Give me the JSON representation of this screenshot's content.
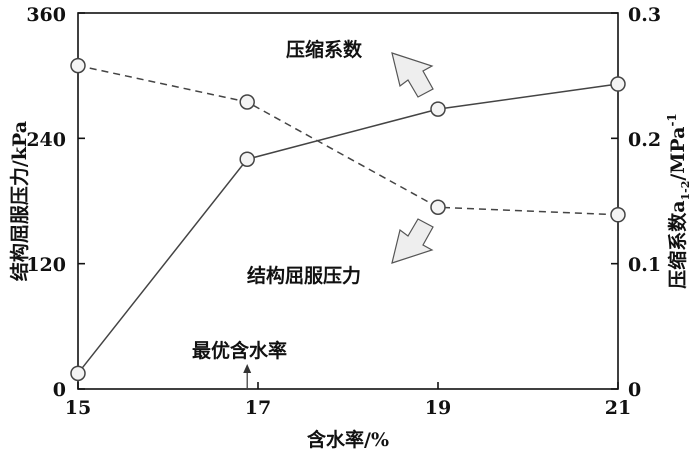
{
  "chart_data": {
    "type": "line",
    "x": [
      15,
      17,
      19,
      21
    ],
    "x_ticks": [
      "15",
      "17",
      "19",
      "21"
    ],
    "xlabel": "含水率/%",
    "xlim": [
      15,
      21
    ],
    "y_left": {
      "label": "结构屈服压力/kPa",
      "ticks": [
        "0",
        "120",
        "240",
        "360"
      ],
      "lim": [
        0,
        360
      ]
    },
    "y_right": {
      "label_main": "压缩系数a",
      "label_sub": "1-2",
      "label_unit": "/MPa",
      "label_sup": "-1",
      "ticks": [
        "0",
        "0.1",
        "0.2",
        "0.3"
      ],
      "lim": [
        0,
        0.3
      ]
    },
    "series": [
      {
        "name": "结构屈服压力",
        "axis": "left",
        "style": "solid",
        "x": [
          15,
          16.88,
          19,
          21
        ],
        "values": [
          15,
          220,
          268,
          292
        ]
      },
      {
        "name": "压缩系数",
        "axis": "right",
        "style": "dashed",
        "x": [
          15,
          16.88,
          19,
          21
        ],
        "values": [
          0.258,
          0.229,
          0.145,
          0.139
        ]
      }
    ],
    "annotations": {
      "optimum_label": "最优含水率",
      "optimum_x": 16.88
    },
    "grid": false,
    "legend": "none",
    "colors": {
      "line": "#444444",
      "marker_fill": "#f4f4f4",
      "arrow_fill": "#eeeeee",
      "axis": "#111111"
    }
  }
}
